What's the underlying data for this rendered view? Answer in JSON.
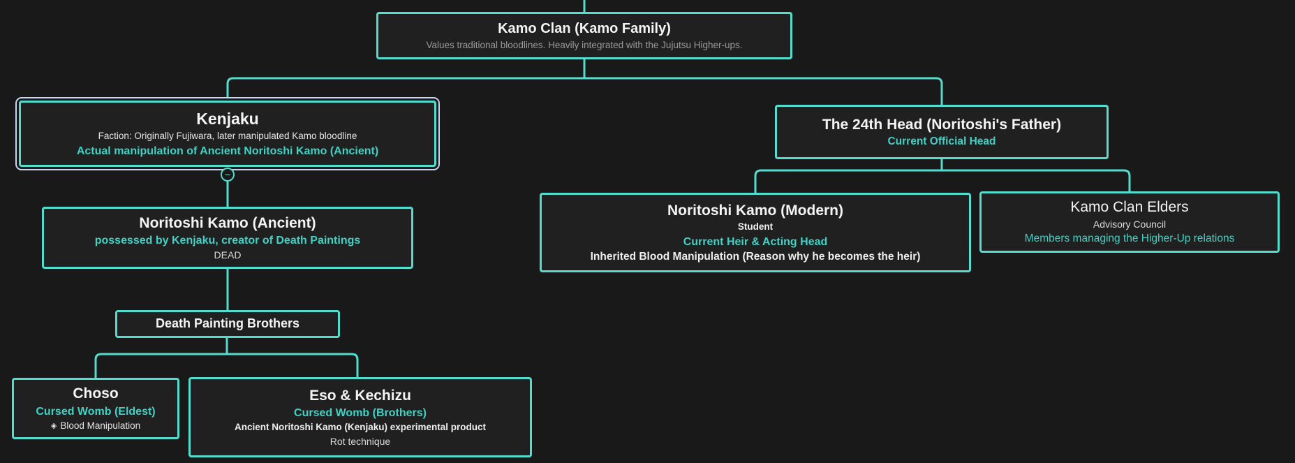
{
  "ui": {
    "collapse_glyph": "−"
  },
  "colors": {
    "background": "#191919",
    "node_background": "#202020",
    "accent_border": "#54dccf",
    "accent_text": "#41d1c5",
    "selected_outline": "#c9d4f2",
    "title_text": "#f4f4f4",
    "muted_text": "#9a9a9a"
  },
  "nodes": {
    "kamo_clan": {
      "title": "Kamo Clan (Kamo Family)",
      "subtitle": "Values traditional bloodlines. Heavily integrated with the Jujutsu Higher-ups."
    },
    "kenjaku": {
      "title": "Kenjaku",
      "faction": "Faction: Originally Fujiwara, later manipulated Kamo bloodline",
      "note": "Actual manipulation of Ancient Noritoshi Kamo (Ancient)"
    },
    "head_24th": {
      "title": "The 24th Head (Noritoshi's Father)",
      "role": "Current Official Head"
    },
    "noritoshi_ancient": {
      "title": "Noritoshi Kamo (Ancient)",
      "note": "possessed by Kenjaku, creator of Death Paintings",
      "status": "DEAD"
    },
    "noritoshi_modern": {
      "title": "Noritoshi Kamo (Modern)",
      "occupation": "Student",
      "role": "Current Heir & Acting Head",
      "note": "Inherited Blood Manipulation (Reason why he becomes the heir)"
    },
    "elders": {
      "title": "Kamo Clan Elders",
      "subtitle": "Advisory Council",
      "note": "Members managing the Higher-Up relations"
    },
    "death_painting": {
      "title": "Death Painting Brothers"
    },
    "choso": {
      "title": "Choso",
      "role": "Cursed Womb (Eldest)",
      "technique_icon": "◈",
      "technique": "Blood Manipulation"
    },
    "eso_kechizu": {
      "title": "Eso & Kechizu",
      "role": "Cursed Womb (Brothers)",
      "origin": "Ancient Noritoshi Kamo (Kenjaku) experimental product",
      "technique": "Rot technique"
    }
  }
}
